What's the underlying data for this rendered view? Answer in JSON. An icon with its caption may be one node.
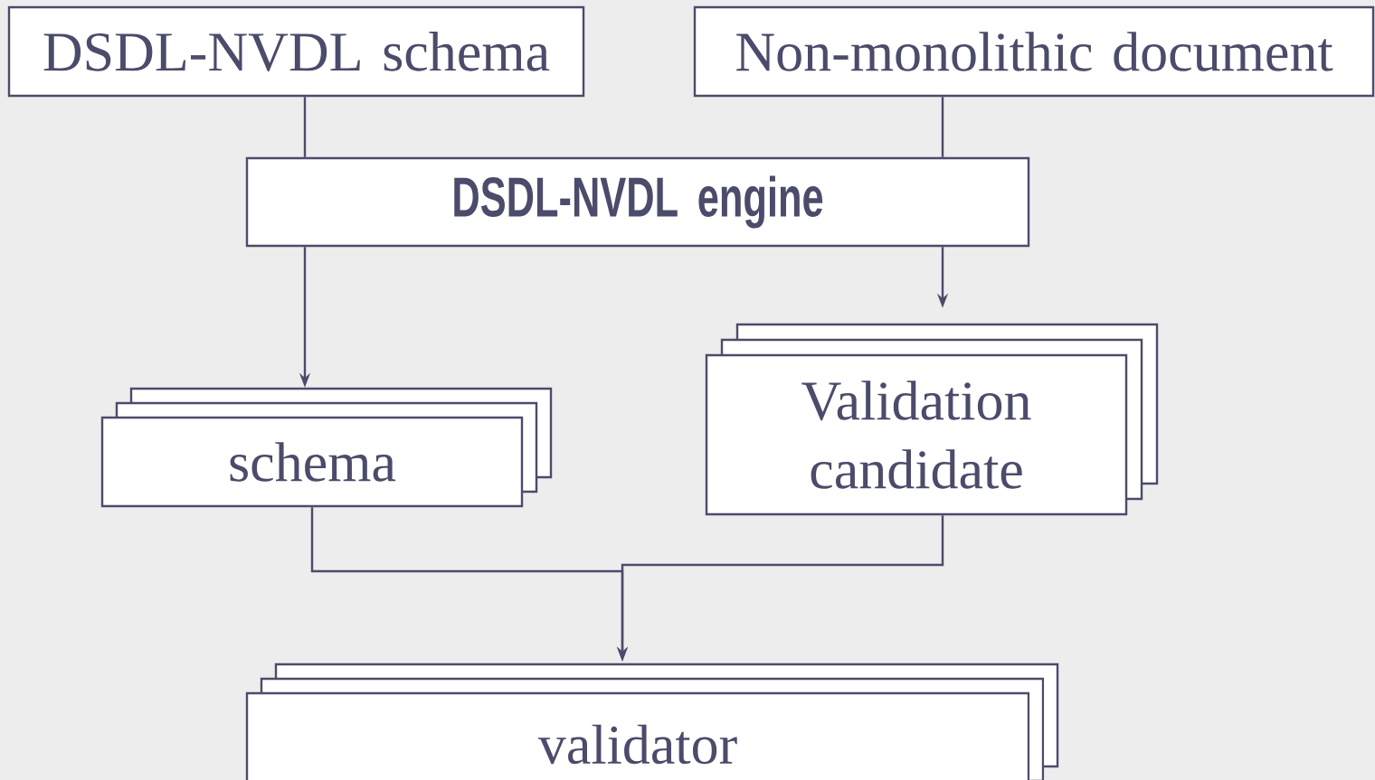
{
  "diagram": {
    "nodes": [
      {
        "text": [
          "DSDL-NVDL schema"
        ]
      },
      {
        "text": [
          "Non-monolithic document"
        ]
      },
      {
        "text": [
          "DSDL-NVDL  engine"
        ]
      },
      {
        "text": [
          "schema"
        ]
      },
      {
        "text": [
          "Validation candidate"
        ]
      },
      {
        "text": [
          "validator"
        ]
      }
    ],
    "edges": [
      {
        "from": 0,
        "to": 2,
        "arrow": "none"
      },
      {
        "from": 1,
        "to": 2,
        "arrow": "none"
      },
      {
        "from": 2,
        "to": 3,
        "arrow": "to"
      },
      {
        "from": 2,
        "to": 4,
        "arrow": "to"
      },
      {
        "from": 3,
        "to": 5,
        "arrow": "to"
      },
      {
        "from": 4,
        "to": 5,
        "arrow": "to"
      }
    ]
  }
}
